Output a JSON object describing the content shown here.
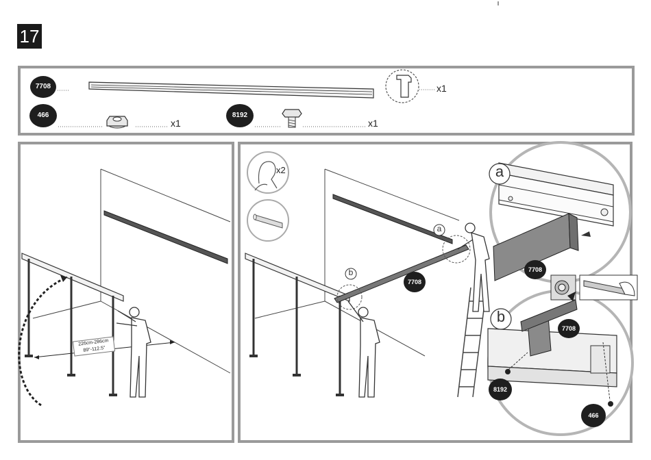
{
  "step": {
    "number": "17"
  },
  "parts": [
    {
      "code": "7708",
      "qty": "x1"
    },
    {
      "code": "466",
      "qty": "x1"
    },
    {
      "code": "8192",
      "qty": "x1"
    }
  ],
  "people": {
    "count": "x2"
  },
  "left_panel": {
    "measure_line1": "226cm-286cm",
    "measure_line2": "89\"-112.5\""
  },
  "right_panel": {
    "callout_a": "a",
    "callout_b": "b",
    "beam_label": "7708",
    "detail_a_label": "a",
    "detail_a_part": "7708",
    "detail_b_label": "b",
    "detail_b_part": "7708",
    "detail_b_bolt": "8192",
    "detail_b_nut": "466"
  },
  "colors": {
    "badge": "#1e1e1e",
    "panel_border": "#9a9a9a",
    "beam_gray": "#8a8a8a"
  }
}
